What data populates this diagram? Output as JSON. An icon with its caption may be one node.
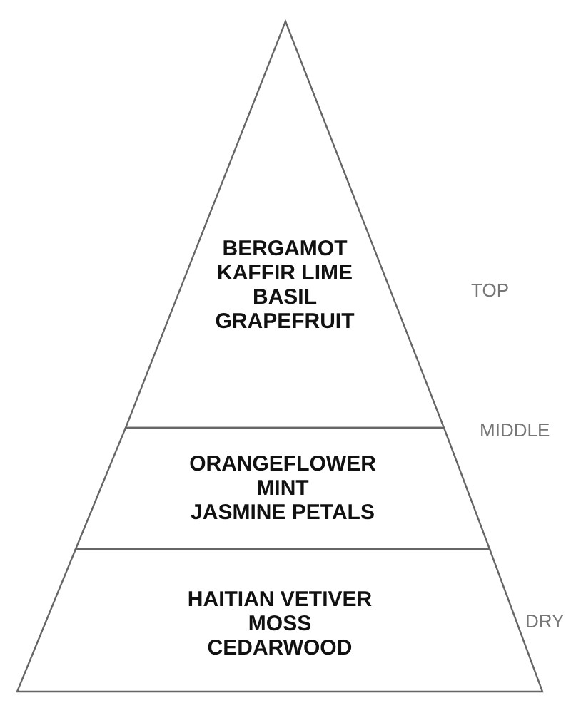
{
  "diagram": {
    "nodes": [
      {
        "text": [
          "BERGAMOT",
          "KAFFIR LIME",
          "BASIL",
          "GRAPEFRUIT"
        ],
        "beside": [
          "TOP"
        ]
      },
      {
        "text": [
          "ORANGEFLOWER",
          "MINT",
          "JASMINE PETALS"
        ],
        "beside": [
          "MIDDLE"
        ]
      },
      {
        "text": [
          "HAITIAN VETIVER",
          "MOSS",
          "CEDARWOOD"
        ],
        "beside": [
          "DRY"
        ]
      }
    ]
  }
}
